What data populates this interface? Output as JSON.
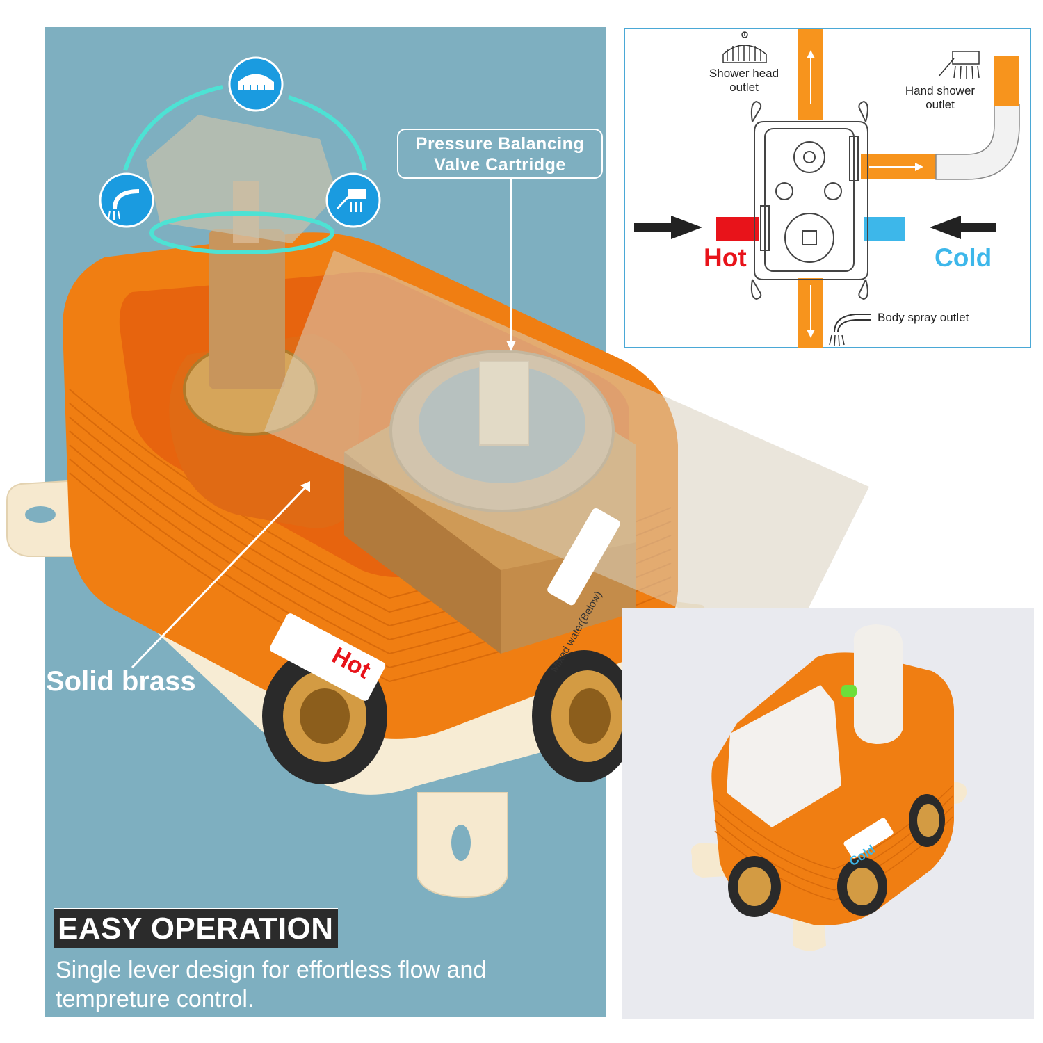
{
  "callout": {
    "line1": "Pressure Balancing",
    "line2": "Valve Cartridge"
  },
  "solid_brass": "Solid brass",
  "easy": {
    "title": "EASY OPERATION",
    "line1": "Single lever design for effortless flow and",
    "line2": "tempreture control."
  },
  "box_labels": {
    "hot": "Hot",
    "mixed": "Mixed water(Below)",
    "cold": "Cold"
  },
  "diagram": {
    "shower_head": {
      "line1": "Shower head",
      "line2": "outlet"
    },
    "hand_shower": {
      "line1": "Hand shower",
      "line2": "outlet"
    },
    "body_spray": "Body spray outlet",
    "hot": "Hot",
    "cold": "Cold"
  },
  "colors": {
    "panel": "#7eafc0",
    "orange": "#f08a1f",
    "hot": "#e8131a",
    "cold": "#3db7ea",
    "icon_blue": "#1a9be0"
  },
  "icons": [
    "shower-head-icon",
    "hand-shower-icon",
    "body-spray-icon",
    "arrow-right-icon",
    "arrow-left-icon"
  ]
}
